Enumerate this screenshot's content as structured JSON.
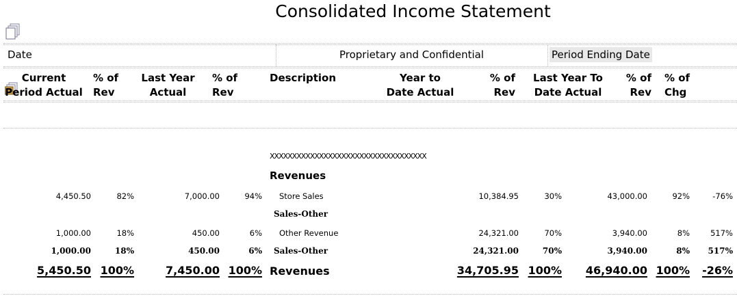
{
  "report": {
    "title": "Consolidated Income Statement",
    "date_label": "Date",
    "confidential": "Proprietary and Confidential",
    "period_label": "Period Ending Date",
    "placeholder": "XXXXXXXXXXXXXXXXXXXXXXXXXXXXXXXXXXX"
  },
  "columns": {
    "current": "Current\nPeriod Actual",
    "pct_rev_1": "% of\nRev",
    "last_year": "Last Year\nActual",
    "pct_rev_2": "% of\nRev",
    "description": "Description",
    "ytd": "Year to\nDate Actual",
    "pct_rev_3": "% of\nRev",
    "ly_ytd": "Last Year To\nDate Actual",
    "pct_rev_4": "% of\nRev",
    "pct_chg": "% of\nChg"
  },
  "sections": {
    "revenues": "Revenues",
    "sales_other": "Sales-Other"
  },
  "rows": [
    {
      "current": "4,450.50",
      "pct1": "82%",
      "last_year": "7,000.00",
      "pct2": "94%",
      "desc": "Store Sales",
      "ytd": "10,384.95",
      "pct3": "30%",
      "ly_ytd": "43,000.00",
      "pct4": "92%",
      "chg": "-76%"
    },
    {
      "current": "1,000.00",
      "pct1": "18%",
      "last_year": "450.00",
      "pct2": "6%",
      "desc": "Other Revenue",
      "ytd": "24,321.00",
      "pct3": "70%",
      "ly_ytd": "3,940.00",
      "pct4": "8%",
      "chg": "517%"
    },
    {
      "current": "1,000.00",
      "pct1": "18%",
      "last_year": "450.00",
      "pct2": "6%",
      "desc": "Sales-Other",
      "ytd": "24,321.00",
      "pct3": "70%",
      "ly_ytd": "3,940.00",
      "pct4": "8%",
      "chg": "517%"
    },
    {
      "current": "5,450.50",
      "pct1": "100%",
      "last_year": "7,450.00",
      "pct2": "100%",
      "desc": "Revenues",
      "ytd": "34,705.95",
      "pct3": "100%",
      "ly_ytd": "46,940.00",
      "pct4": "100%",
      "chg": "-26%"
    }
  ]
}
